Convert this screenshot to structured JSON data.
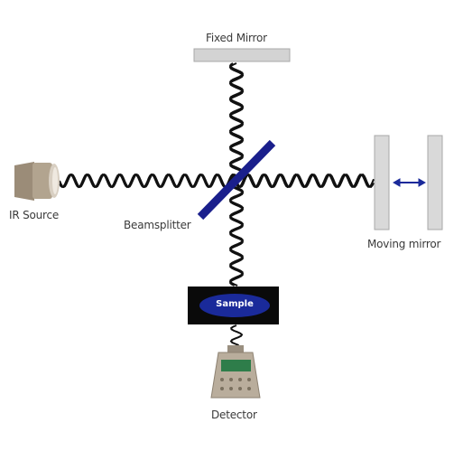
{
  "labels": {
    "fixed_mirror": "Fixed Mirror",
    "ir_source": "IR Source",
    "beamsplitter": "Beamsplitter",
    "moving_mirror": "Moving mirror",
    "sample": "Sample",
    "detector": "Detector"
  },
  "colors": {
    "beamsplitter": "#1a1f8c",
    "sample_box": "#0a0a0a",
    "sample_ellipse": "#1a2a9a",
    "mirror": "#cfcfcf",
    "wave": "#111111",
    "arrow": "#1a2a9a",
    "source_body": "#a89a86",
    "detector_screen": "#2e7d4a"
  }
}
